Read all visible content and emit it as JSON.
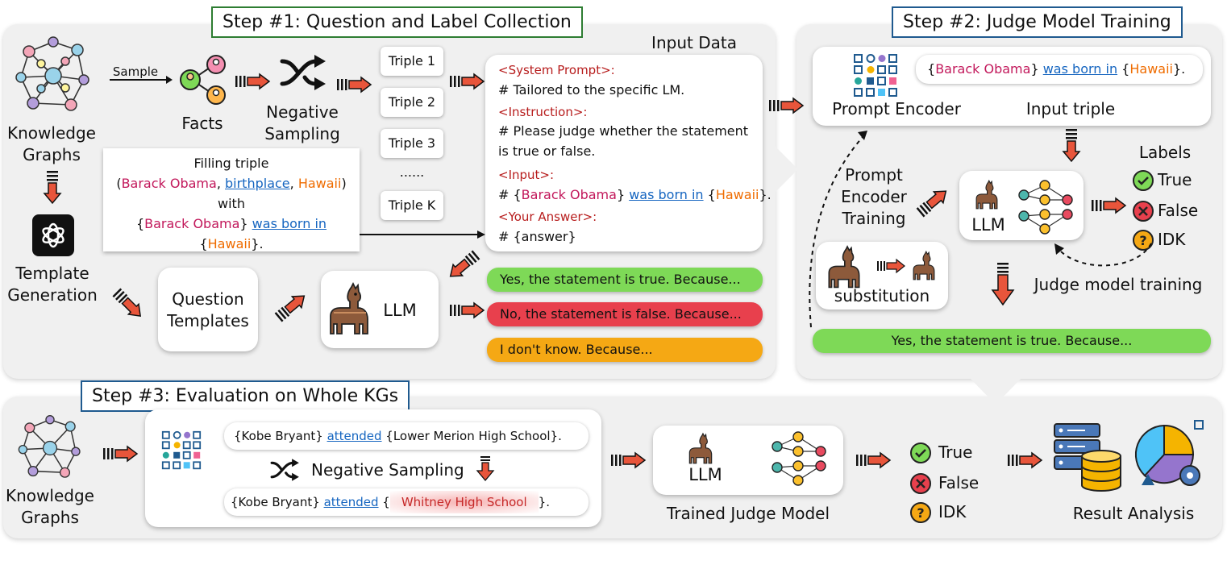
{
  "step1": {
    "title": "Step #1: Question and Label Collection",
    "kg_label_line1": "Knowledge",
    "kg_label_line2": "Graphs",
    "sample_label": "Sample",
    "facts_label": "Facts",
    "neg_sampling_line1": "Negative",
    "neg_sampling_line2": "Sampling",
    "triples": [
      "Triple 1",
      "Triple 2",
      "Triple 3",
      "......",
      "Triple K"
    ],
    "input_data_title": "Input Data",
    "input_data": {
      "system_prompt_tag": "<System Prompt>:",
      "system_prompt_text": "# Tailored to the specific LM.",
      "instruction_tag": "<Instruction>:",
      "instruction_line1": "# Please judge whether the statement",
      "instruction_line2": "is true or false.",
      "input_tag": "<Input>:",
      "input_prefix": "# {",
      "input_subject": "Barack Obama",
      "input_mid1": "} ",
      "input_relation": "was born in",
      "input_mid2": " {",
      "input_object": "Hawaii",
      "input_suffix": "}.",
      "answer_tag": "<Your Answer>:",
      "answer_text": "# {answer}"
    },
    "filling": {
      "line1": "Filling triple",
      "open": "(",
      "subject": "Barack Obama",
      "comma1": ", ",
      "relation": "birthplace",
      "comma2": ", ",
      "object": "Hawaii",
      "close": ")",
      "with": "with",
      "t_open": "{",
      "t_subject": "Barack Obama",
      "t_mid1": "} ",
      "t_relation": "was born in",
      "t_mid2": " {",
      "t_object": "Hawaii",
      "t_close": "}."
    },
    "template_gen_line1": "Template",
    "template_gen_line2": "Generation",
    "question_templates_line1": "Question",
    "question_templates_line2": "Templates",
    "llm_label": "LLM",
    "answers": [
      "Yes, the statement is true. Because...",
      "No, the statement is false. Because...",
      "I don't know. Because..."
    ]
  },
  "step2": {
    "title": "Step #2: Judge Model Training",
    "input_triple_open": "{",
    "input_triple_subject": "Barack Obama",
    "input_triple_mid1": "} ",
    "input_triple_relation": "was born in",
    "input_triple_mid2": " {",
    "input_triple_object": "Hawaii",
    "input_triple_close": "}.",
    "prompt_encoder_label": "Prompt Encoder",
    "input_triple_label": "Input triple",
    "pe_training_line1": "Prompt",
    "pe_training_line2": "Encoder",
    "pe_training_line3": "Training",
    "llm_label": "LLM",
    "labels_title": "Labels",
    "labels": [
      "True",
      "False",
      "IDK"
    ],
    "substitution_label": "substitution",
    "judge_training_label": "Judge model training",
    "answer": "Yes, the statement is true. Because..."
  },
  "step3": {
    "title": "Step #3: Evaluation on Whole KGs",
    "kg_label_line1": "Knowledge",
    "kg_label_line2": "Graphs",
    "pos_open": "{",
    "pos_subject": "Kobe Bryant",
    "pos_mid1": "} ",
    "pos_relation": "attended",
    "pos_mid2": " {",
    "pos_object": "Lower Merion High School",
    "pos_close": "}.",
    "neg_sampling_label": "Negative Sampling",
    "neg_open": "{",
    "neg_subject": "Kobe Bryant",
    "neg_mid1": "} ",
    "neg_relation": "attended",
    "neg_mid2": " {",
    "neg_object": "Whitney High School",
    "neg_close": "}.",
    "llm_label": "LLM",
    "trained_judge_label": "Trained Judge Model",
    "labels": [
      "True",
      "False",
      "IDK"
    ],
    "result_label": "Result Analysis"
  },
  "colors": {
    "arrow": "#e8553b",
    "green_pill": "#7ed957",
    "red_pill": "#e8404d",
    "orange_pill": "#f5a814",
    "step1_border": "#2e7d32",
    "step2_border": "#1f5a8f",
    "step3_border": "#1f5a8f",
    "subject": "#c2185b",
    "relation": "#1565c0",
    "object": "#ef6c00",
    "tag": "#b71c1c"
  },
  "icons": [
    "knowledge-graph-icon",
    "facts-network-icon",
    "shuffle-icon",
    "chatgpt-logo-icon",
    "llama-icon",
    "neural-network-icon",
    "prompt-encoder-grid-icon",
    "check-icon",
    "cross-icon",
    "question-icon",
    "database-icon",
    "pie-chart-icon"
  ]
}
